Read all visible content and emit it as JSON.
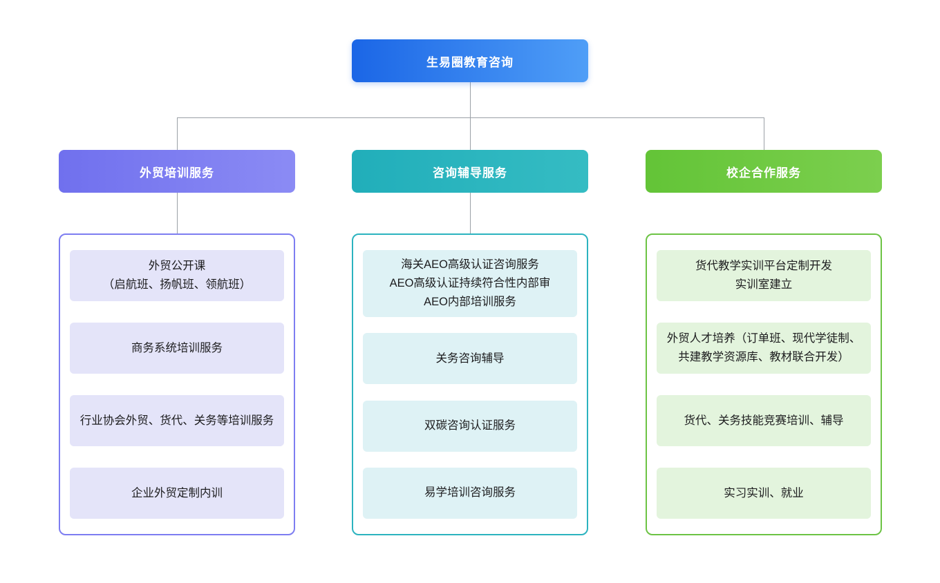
{
  "root": {
    "label": "生易圈教育咨询"
  },
  "branches": [
    {
      "label": "外贸培训服务",
      "items": [
        {
          "text": "外贸公开课\n（启航班、扬帆班、领航班）"
        },
        {
          "text": "商务系统培训服务"
        },
        {
          "text": "行业协会外贸、货代、关务等培训服务"
        },
        {
          "text": "企业外贸定制内训"
        }
      ]
    },
    {
      "label": "咨询辅导服务",
      "items": [
        {
          "text": "海关AEO高级认证咨询服务\nAEO高级认证持续符合性内部审\nAEO内部培训服务"
        },
        {
          "text": "关务咨询辅导"
        },
        {
          "text": "双碳咨询认证服务"
        },
        {
          "text": "易学培训咨询服务"
        }
      ]
    },
    {
      "label": "校企合作服务",
      "items": [
        {
          "text": "货代教学实训平台定制开发\n实训室建立"
        },
        {
          "text": "外贸人才培养（订单班、现代学徒制、共建教学资源库、教材联合开发）"
        },
        {
          "text": "货代、关务技能竞赛培训、辅导"
        },
        {
          "text": "实习实训、就业"
        }
      ]
    }
  ],
  "colors": {
    "root_gradient_from": "#1b66e6",
    "root_gradient_to": "#4f9ef7",
    "branch1_header": "#7d7df1",
    "branch1_item_bg": "#e4e4f9",
    "branch2_header": "#2bb3bf",
    "branch2_item_bg": "#def2f5",
    "branch3_header": "#6cc344",
    "branch3_item_bg": "#e3f4dd",
    "connector": "#9aa0a6",
    "item_text": "#1d1d1f",
    "background": "#ffffff"
  }
}
